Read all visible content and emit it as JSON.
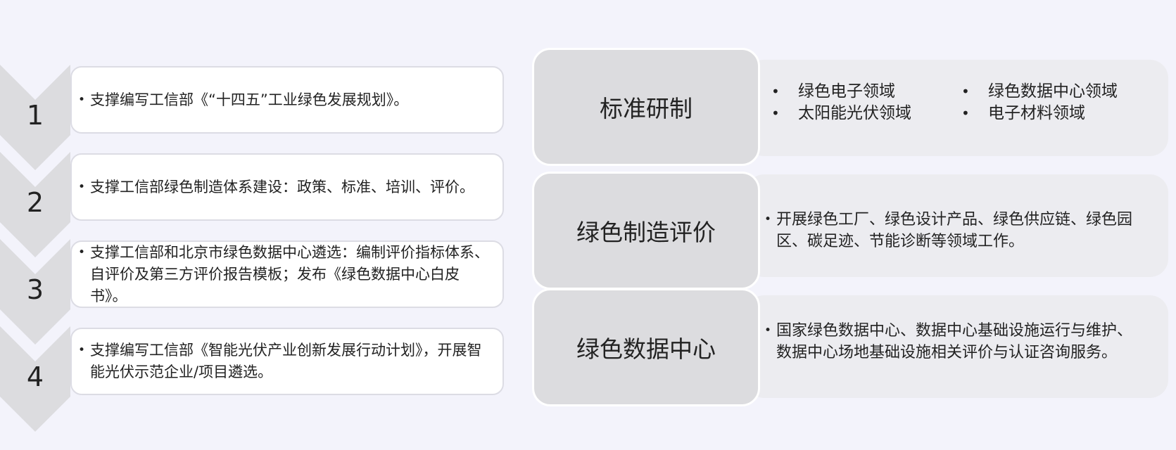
{
  "steps": [
    {
      "number": "1",
      "text": "支撑编写工信部《“十四五”工业绿色发展规划》。"
    },
    {
      "number": "2",
      "text": "支撑工信部绿色制造体系建设：政策、标准、培训、评价。"
    },
    {
      "number": "3",
      "text": "支撑工信部和北京市绿色数据中心遴选：编制评价指标体系、自评价及第三方评价报告模板；发布《绿色数据中心白皮书》。"
    },
    {
      "number": "4",
      "text": "支撑编写工信部《智能光伏产业创新发展行动计划》，开展智能光伏示范企业/项目遴选。"
    }
  ],
  "categories": [
    {
      "title": "标准研制",
      "columns": [
        [
          "绿色电子领域",
          "太阳能光伏领域"
        ],
        [
          "绿色数据中心领域",
          "电子材料领域"
        ]
      ]
    },
    {
      "title": "绿色制造评价",
      "text": "开展绿色工厂、绿色设计产品、绿色供应链、绿色园区、碳足迹、节能诊断等领域工作。"
    },
    {
      "title": "绿色数据中心",
      "text": "国家绿色数据中心、数据中心基础设施运行与维护、数据中心场地基础设施相关评价与认证咨询服务。"
    }
  ],
  "colors": {
    "background": "#f3f3fb",
    "chevron": "#dcdcdf",
    "step_box": "#ffffff",
    "category_box": "#dcdcdf",
    "detail_box": "#ececf0"
  }
}
